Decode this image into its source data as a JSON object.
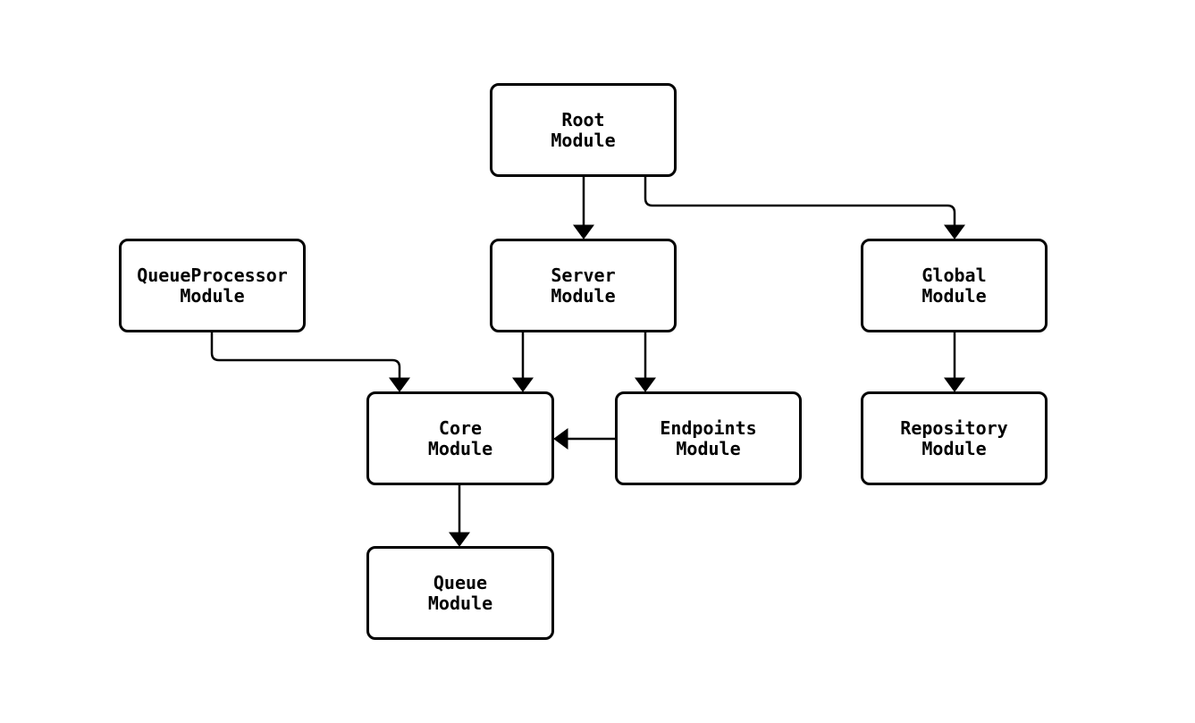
{
  "diagram": {
    "type": "module-dependency-flowchart",
    "background_color": "#ffffff",
    "node_fill_color": "#ffffff",
    "node_border_color": "#000000",
    "edge_color": "#000000",
    "text_color": "#000000",
    "nodes": {
      "root": {
        "label": "Root\nModule"
      },
      "queueprocessor": {
        "label": "QueueProcessor\nModule"
      },
      "server": {
        "label": "Server\nModule"
      },
      "global": {
        "label": "Global\nModule"
      },
      "core": {
        "label": "Core\nModule"
      },
      "endpoints": {
        "label": "Endpoints\nModule"
      },
      "repository": {
        "label": "Repository\nModule"
      },
      "queue": {
        "label": "Queue\nModule"
      }
    },
    "edges": [
      {
        "from": "Root Module",
        "to": "Server Module"
      },
      {
        "from": "Root Module",
        "to": "Global Module"
      },
      {
        "from": "QueueProcessor Module",
        "to": "Core Module"
      },
      {
        "from": "Server Module",
        "to": "Core Module"
      },
      {
        "from": "Server Module",
        "to": "Endpoints Module"
      },
      {
        "from": "Endpoints Module",
        "to": "Core Module"
      },
      {
        "from": "Global Module",
        "to": "Repository Module"
      },
      {
        "from": "Core Module",
        "to": "Queue Module"
      }
    ]
  }
}
